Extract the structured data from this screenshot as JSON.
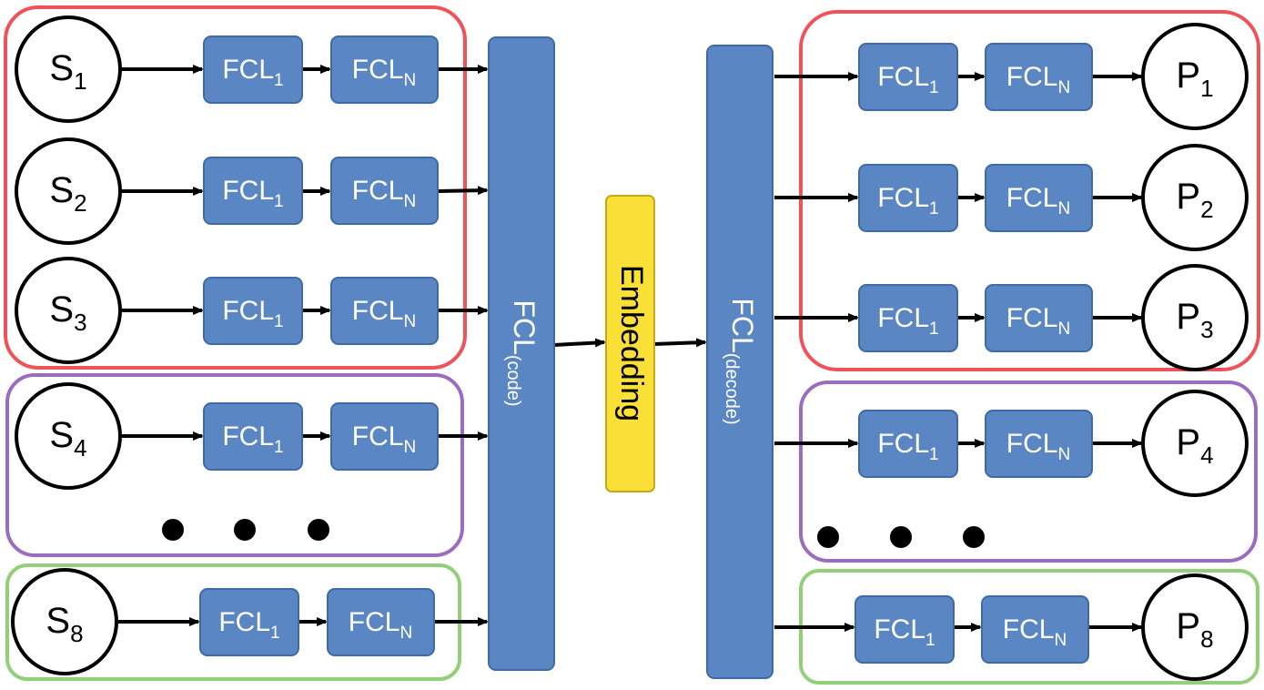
{
  "colors": {
    "block_fill": "#5b86c4",
    "block_stroke": "#3e6aa8",
    "embedding_fill": "#f9df36",
    "embedding_stroke": "#c9a817",
    "group_red": "#f0525a",
    "group_purple": "#9b6dbf",
    "group_green": "#93cf78",
    "arrow": "#000000"
  },
  "inputs": [
    {
      "letter": "S",
      "sub": "1"
    },
    {
      "letter": "S",
      "sub": "2"
    },
    {
      "letter": "S",
      "sub": "3"
    },
    {
      "letter": "S",
      "sub": "4"
    },
    {
      "letter": "S",
      "sub": "8"
    }
  ],
  "outputs": [
    {
      "letter": "P",
      "sub": "1"
    },
    {
      "letter": "P",
      "sub": "2"
    },
    {
      "letter": "P",
      "sub": "3"
    },
    {
      "letter": "P",
      "sub": "4"
    },
    {
      "letter": "P",
      "sub": "8"
    }
  ],
  "layer": {
    "first": {
      "base": "FCL",
      "sub": "1"
    },
    "last": {
      "base": "FCL",
      "sub": "N"
    }
  },
  "encoder": {
    "base": "FCL",
    "sub": "(code)"
  },
  "decoder": {
    "base": "FCL",
    "sub": "(decode)"
  },
  "embedding": {
    "label": "Embedding"
  }
}
